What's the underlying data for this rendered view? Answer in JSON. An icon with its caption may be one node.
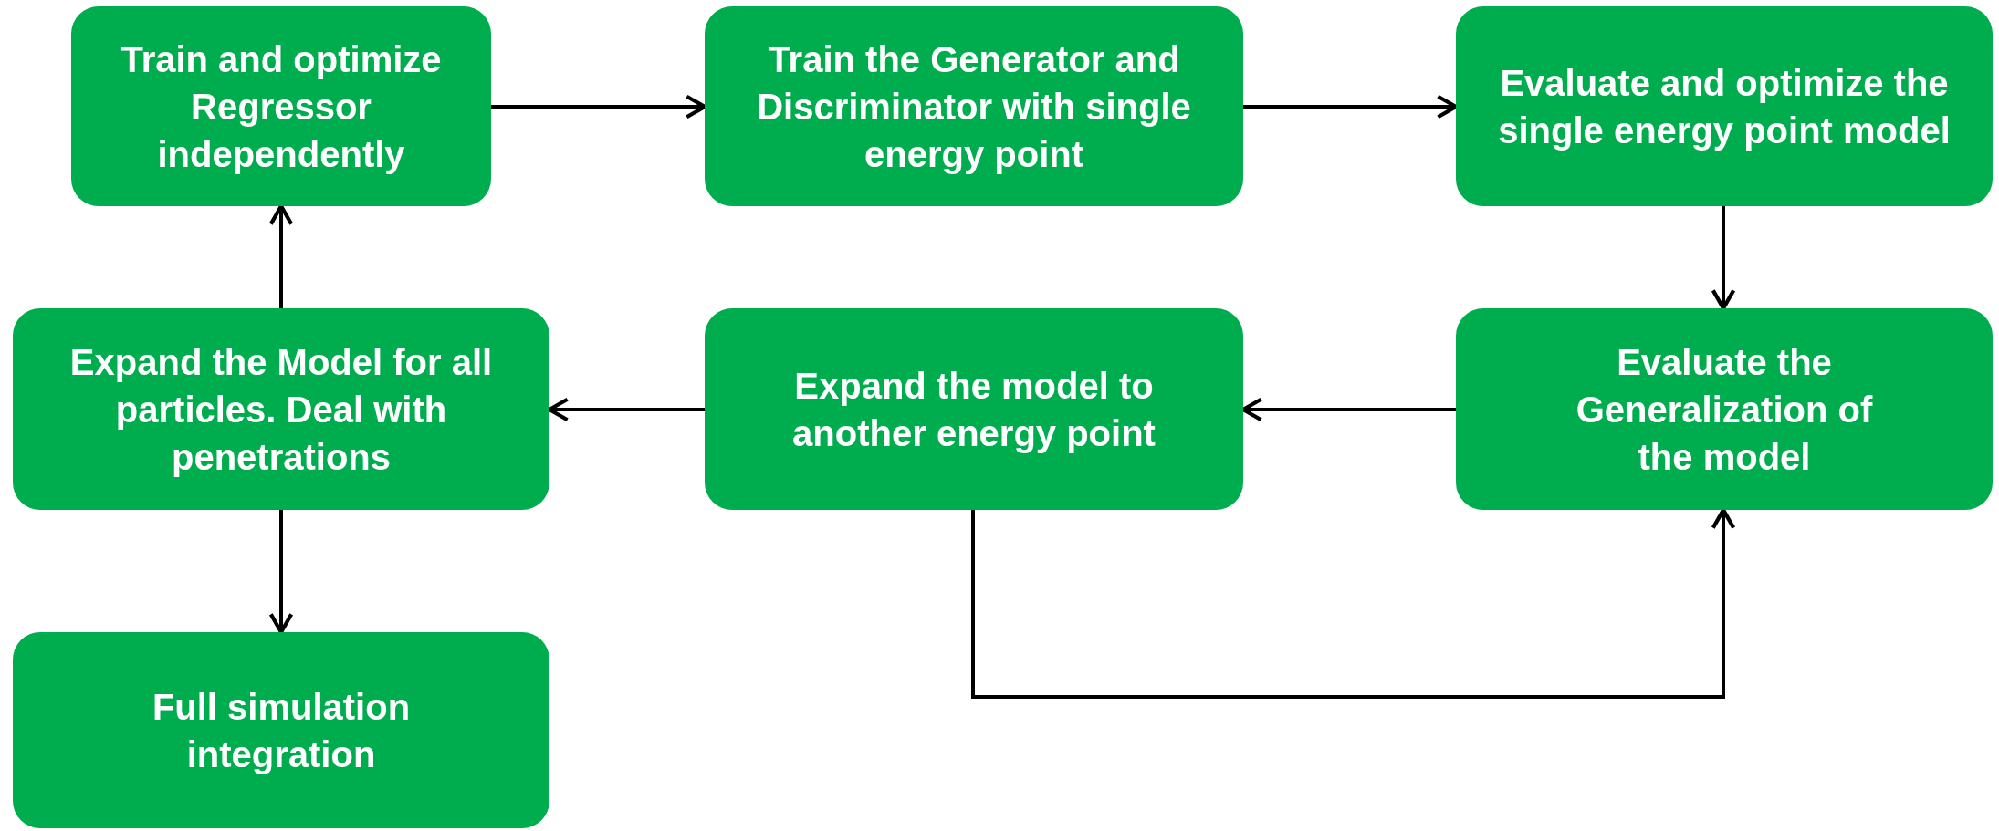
{
  "diagram": {
    "nodes": [
      {
        "text": [
          "Train and optimize Regressor independently"
        ]
      },
      {
        "text": [
          "Train the Generator and Discriminator with single energy point"
        ]
      },
      {
        "text": [
          "Evaluate and optimize the single energy point model"
        ]
      },
      {
        "text": [
          "Evaluate the Generalization of the model"
        ]
      },
      {
        "text": [
          "Expand the model to another energy point"
        ]
      },
      {
        "text": [
          "Expand the Model for all particles. Deal with penetrations"
        ]
      },
      {
        "text": [
          "Full simulation integration"
        ]
      }
    ],
    "edges": [
      {
        "from": 0,
        "to": 1,
        "arrow": "to"
      },
      {
        "from": 1,
        "to": 2,
        "arrow": "to"
      },
      {
        "from": 2,
        "to": 3,
        "arrow": "to"
      },
      {
        "from": 3,
        "to": 4,
        "arrow": "to"
      },
      {
        "from": 4,
        "to": 5,
        "arrow": "to"
      },
      {
        "from": 5,
        "to": 0,
        "arrow": "to"
      },
      {
        "from": 5,
        "to": 6,
        "arrow": "to"
      },
      {
        "from": 4,
        "to": 3,
        "arrow": "to"
      }
    ]
  }
}
